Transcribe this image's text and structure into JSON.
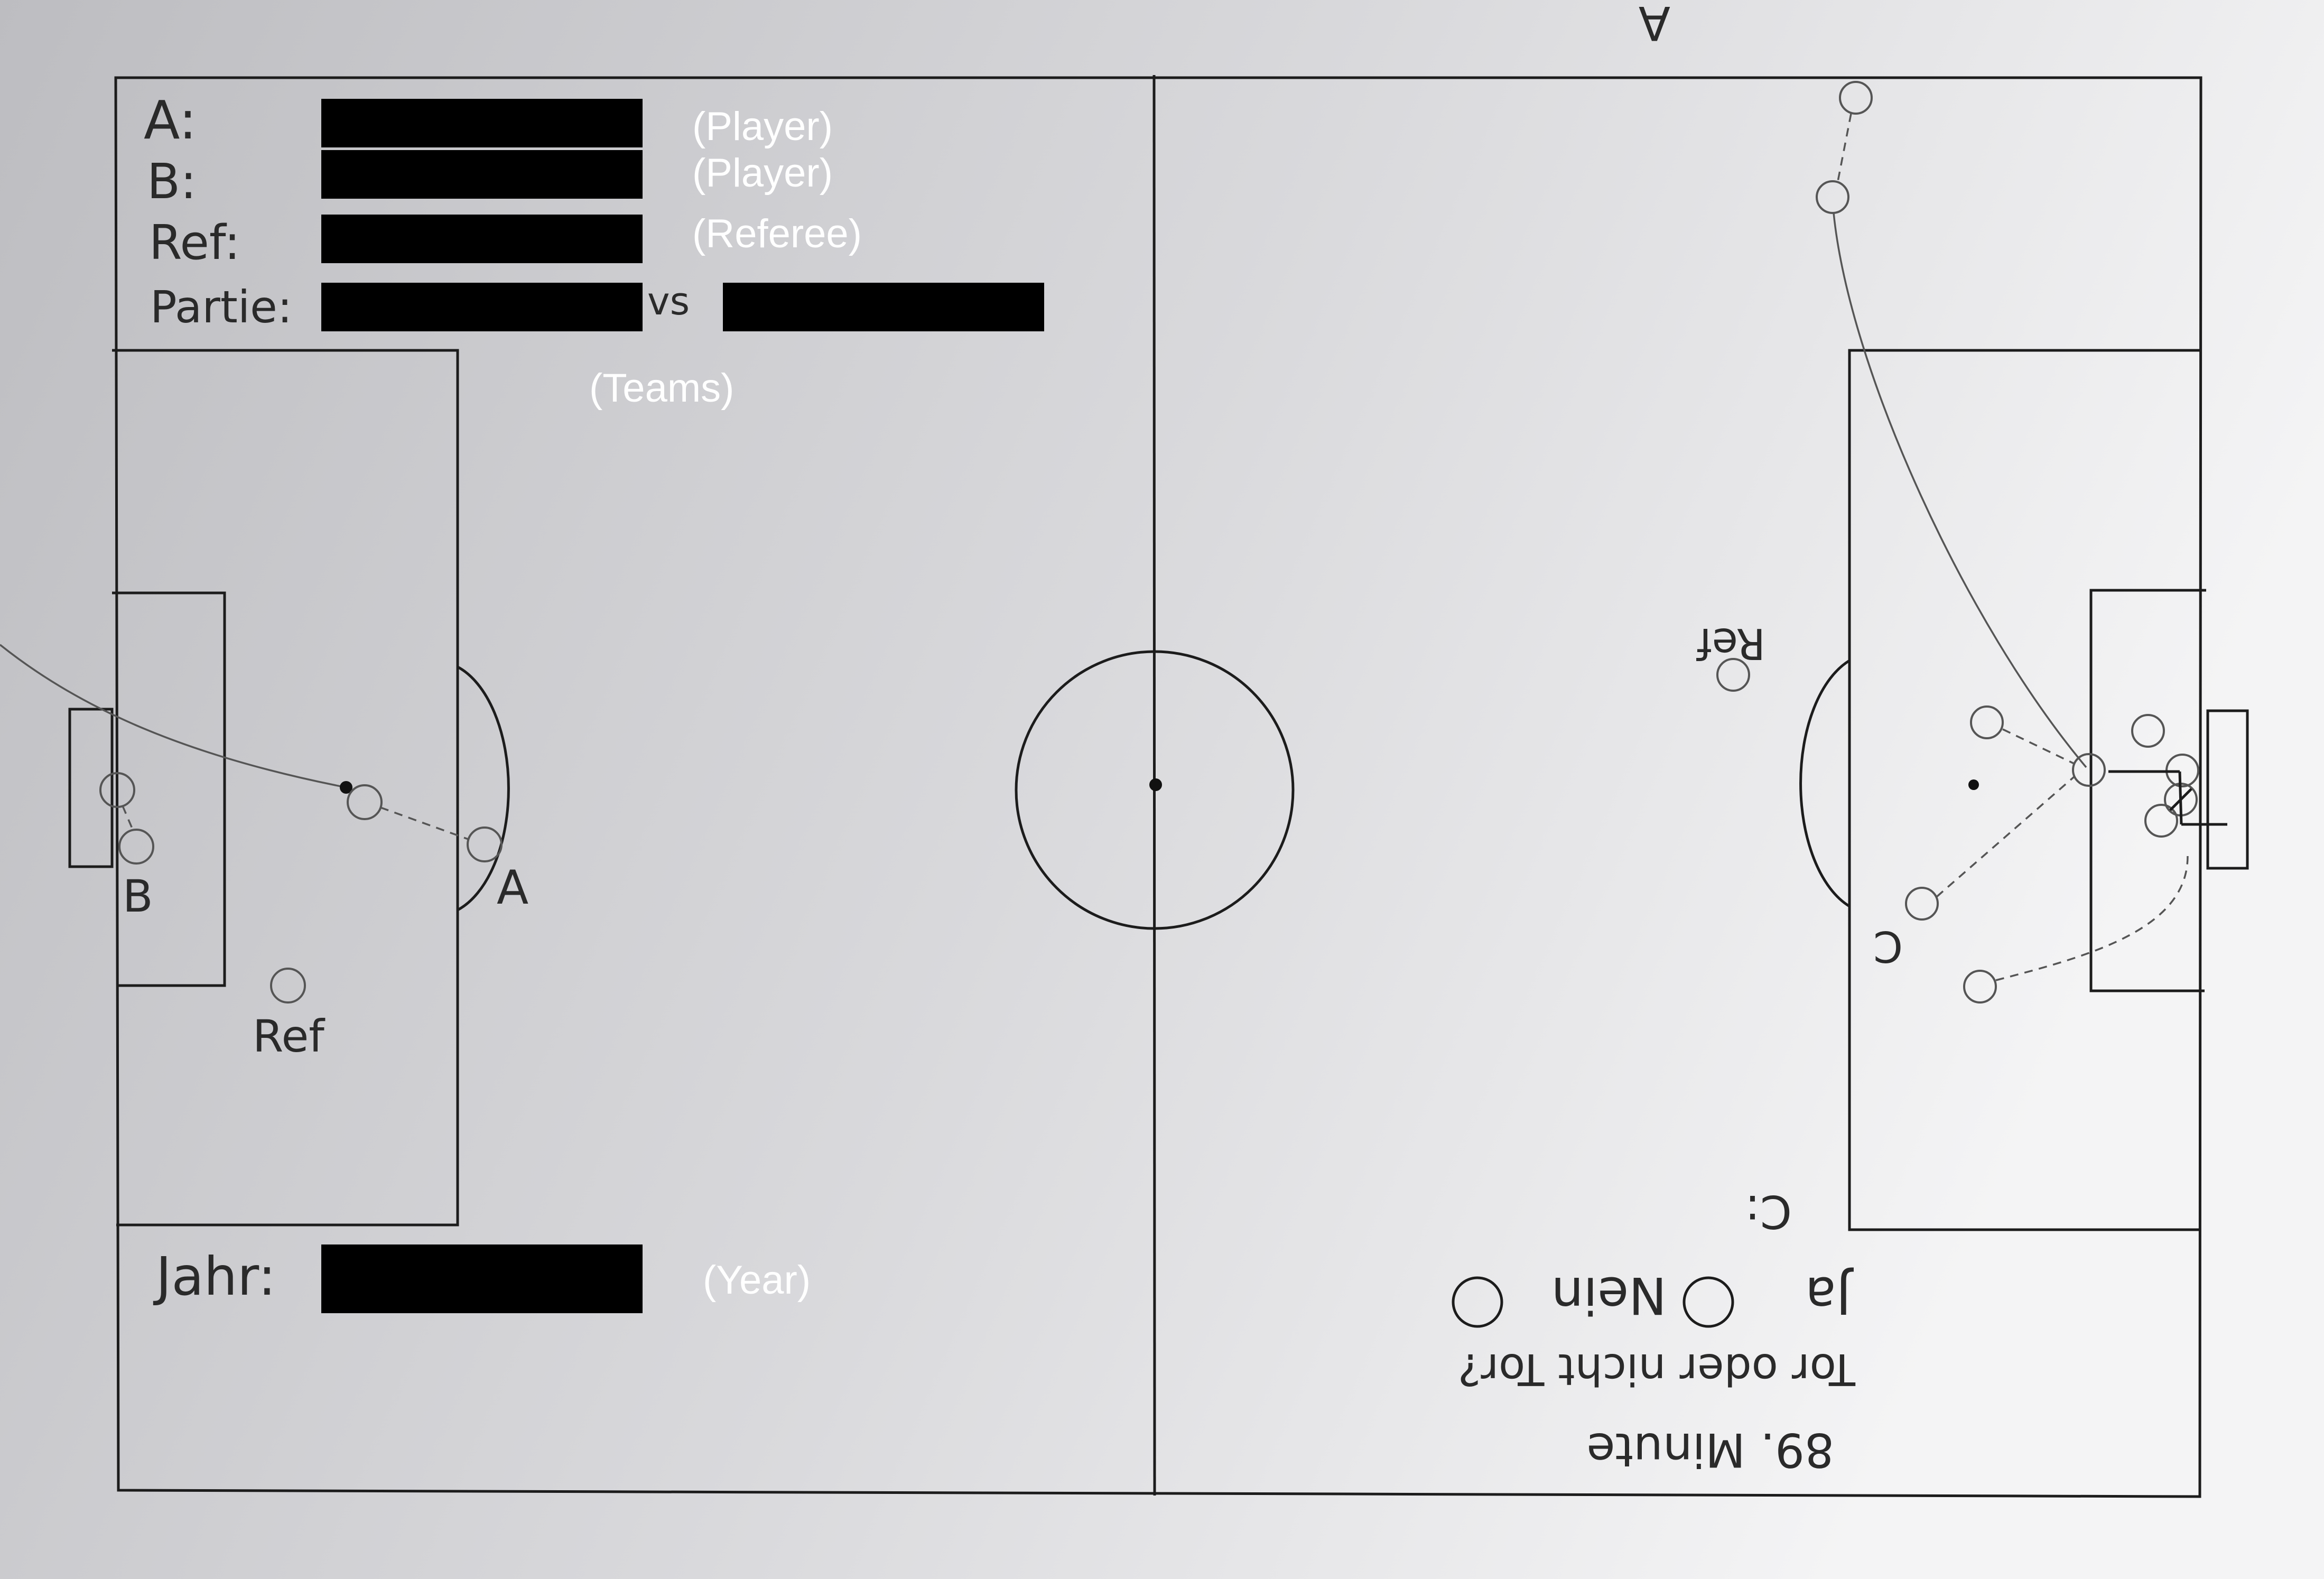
{
  "form": {
    "label_a": "A:",
    "label_b": "B:",
    "label_ref": "Ref:",
    "label_partie": "Partie:",
    "vs": "vs",
    "label_jahr": "Jahr:"
  },
  "annotations": {
    "player_a": "(Player)",
    "player_b": "(Player)",
    "referee": "(Referee)",
    "teams": "(Teams)",
    "year": "(Year)"
  },
  "left_scene": {
    "marker_a": "A",
    "marker_b": "B",
    "marker_ref": "Ref"
  },
  "right_scene": {
    "marker_a": "A",
    "marker_ref": "Ref",
    "marker_c": "C",
    "label_c": "C:",
    "answer_ja": "Ja",
    "answer_nein": "Nein",
    "question": "Tor oder nicht Tor?",
    "minute": "89. Minute"
  },
  "colors": {
    "background": "#cfcfd2",
    "lines": "#1c1c1c",
    "redaction": "#000000",
    "annotation_text": "#ffffff"
  }
}
